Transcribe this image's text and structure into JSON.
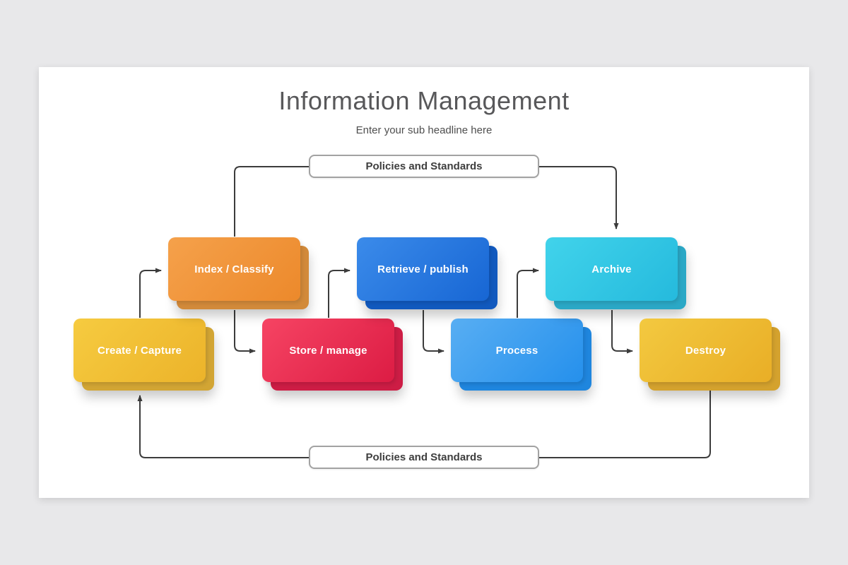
{
  "page": {
    "background_color": "#E8E8EA",
    "card_color": "#FFFFFF"
  },
  "header": {
    "title": "Information Management",
    "subtitle": "Enter your sub headline here"
  },
  "banners": {
    "top_label": "Policies and Standards",
    "bottom_label": "Policies and Standards",
    "border_color": "#A2A2A2",
    "text_color": "#3E3E3E"
  },
  "flow": {
    "connector_color": "#3C3C3C",
    "sequence": [
      "Create / Capture",
      "Index / Classify",
      "Store / manage",
      "Retrieve / publish",
      "Process",
      "Archive",
      "Destroy"
    ]
  },
  "nodes": [
    {
      "id": "create-capture",
      "label": "Create / Capture",
      "gradient_start": "#F6CB40",
      "gradient_end": "#ECB32A",
      "back_color": "#D2A534"
    },
    {
      "id": "index-classify",
      "label": "Index / Classify",
      "gradient_start": "#F5A14B",
      "gradient_end": "#EC892B",
      "back_color": "#D28A3A"
    },
    {
      "id": "store-manage",
      "label": "Store / manage",
      "gradient_start": "#F64463",
      "gradient_end": "#DC1C44",
      "back_color": "#CD1D45"
    },
    {
      "id": "retrieve-publish",
      "label": "Retrieve / publish",
      "gradient_start": "#3B8BEA",
      "gradient_end": "#1766D4",
      "back_color": "#1159BE"
    },
    {
      "id": "process",
      "label": "Process",
      "gradient_start": "#58AEF3",
      "gradient_end": "#2590EC",
      "back_color": "#1F86DE"
    },
    {
      "id": "archive",
      "label": "Archive",
      "gradient_start": "#41D3EB",
      "gradient_end": "#25BADD",
      "back_color": "#2BA8C6"
    },
    {
      "id": "destroy",
      "label": "Destroy",
      "gradient_start": "#F3C940",
      "gradient_end": "#E9AE26",
      "back_color": "#D4A22E"
    }
  ]
}
